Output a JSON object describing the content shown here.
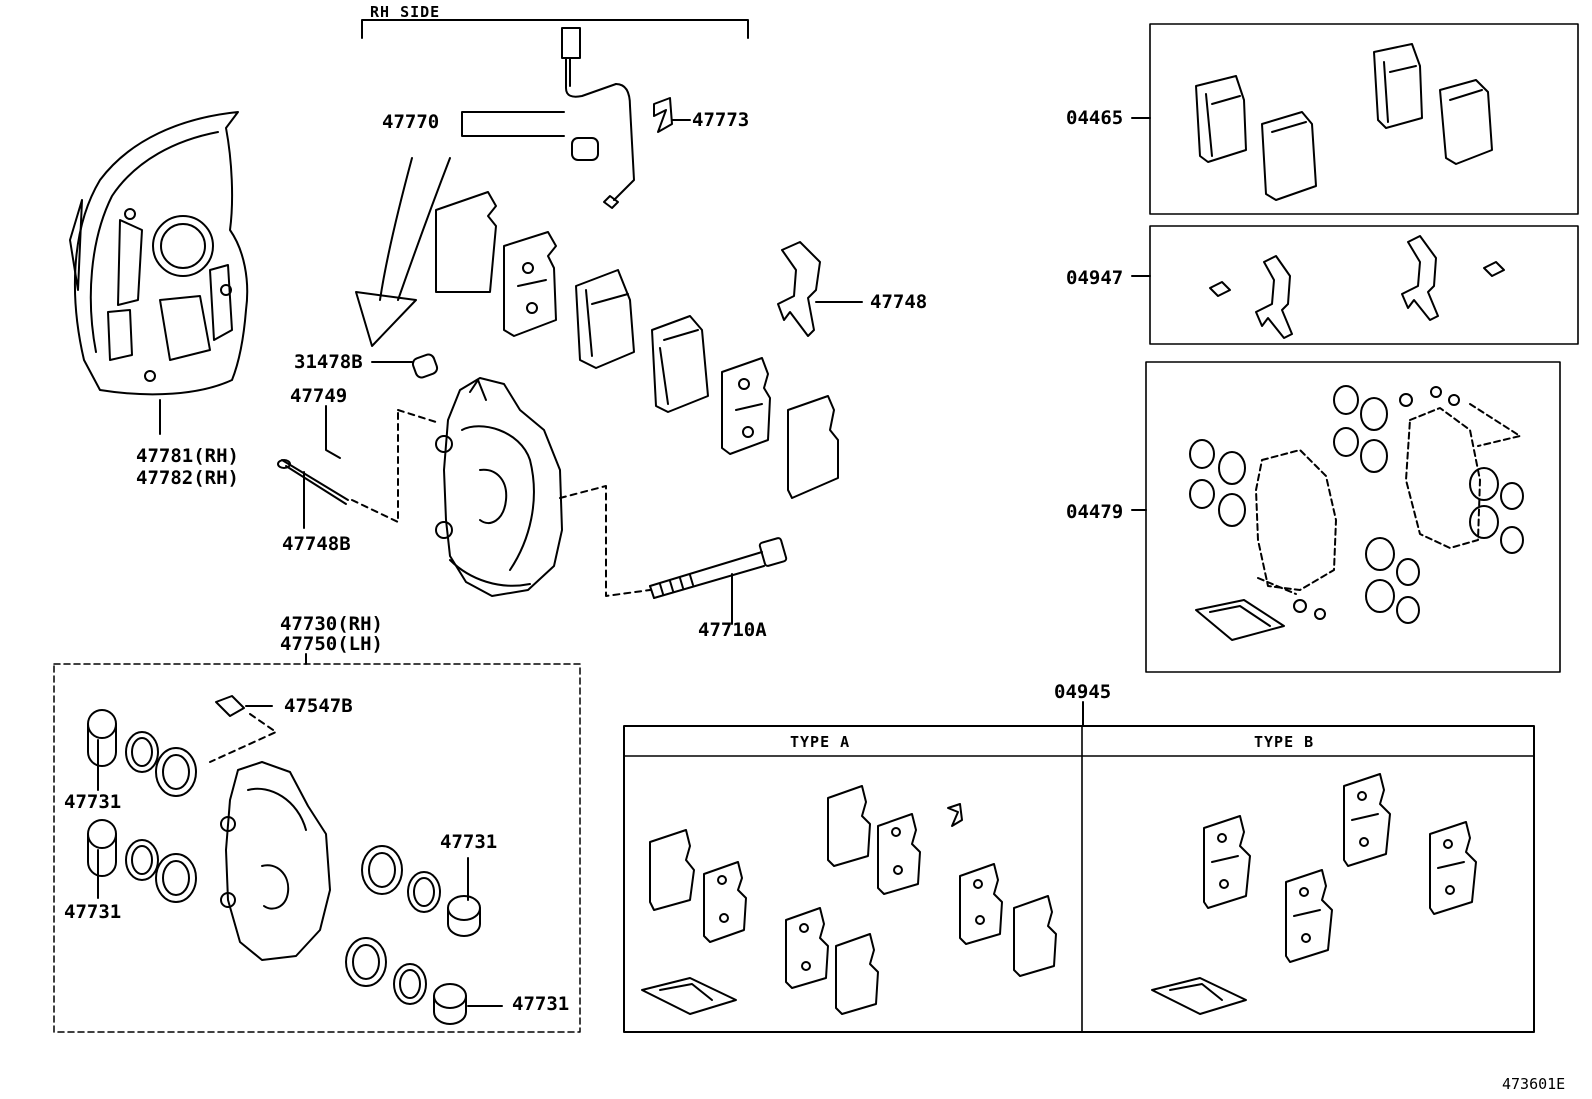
{
  "labels": {
    "rh_side": "RH SIDE",
    "p47781": "47781(RH)",
    "p47782": "47782(RH)",
    "p47770": "47770",
    "p47773": "47773",
    "p47748": "47748",
    "p31478b": "31478B",
    "p47749": "47749",
    "p47748b": "47748B",
    "p47710a": "47710A",
    "p47730": "47730(RH)",
    "p47750": "47750(LH)",
    "p47547b": "47547B",
    "p47731_a": "47731",
    "p47731_b": "47731",
    "p47731_c": "47731",
    "p47731_d": "47731",
    "p04465": "04465",
    "p04947": "04947",
    "p04479": "04479",
    "p04945": "04945",
    "type_a": "TYPE A",
    "type_b": "TYPE B",
    "figure_id": "473601E"
  }
}
